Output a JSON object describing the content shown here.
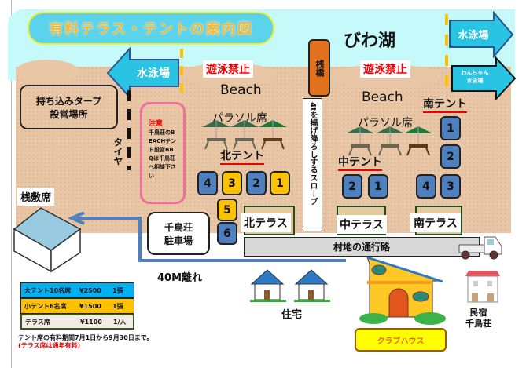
{
  "title": "有料テラス・テントの案内図",
  "lake_name": "びわ湖",
  "swim_area_left": "水泳場",
  "swim_area_right": "水泳場",
  "dog_swim_area": [
    "わんちゃん",
    "水泳場"
  ],
  "no_swimming": "遊泳禁止",
  "beach": "Beach",
  "pier": "桟橋",
  "parasol_seats": "パラソル席",
  "tarp_area": [
    "持ち込みタープ",
    "設営場所"
  ],
  "tire": "タイヤ",
  "caution": {
    "heading": "注意",
    "body": "千鳥荘のBEACHテント設営BBQは千鳥荘へ相談下さい"
  },
  "slope": "4tを揚げ降ろしするスロープ",
  "north": {
    "label": "北テント",
    "tents": [
      {
        "n": "4",
        "color": "blue"
      },
      {
        "n": "3",
        "color": "yellow"
      },
      {
        "n": "2",
        "color": "blue"
      },
      {
        "n": "1",
        "color": "yellow"
      },
      {
        "n": "5",
        "color": "yellow"
      },
      {
        "n": "6",
        "color": "blue"
      }
    ],
    "terrace": "北テラス"
  },
  "middle": {
    "label": "中テント",
    "tents": [
      "2",
      "1"
    ],
    "terrace": "中テラス"
  },
  "south": {
    "label": "南テント",
    "tents": [
      "1",
      "2",
      "4",
      "3"
    ],
    "terrace": "南テラス"
  },
  "road": "村地の通行路",
  "sajiki": "桟敷席",
  "parking": [
    "千鳥荘",
    "駐車場"
  ],
  "distance": "40M離れ",
  "prices": [
    {
      "name": "大テント10名席",
      "price": "¥2500",
      "unit": "1張",
      "color": "#00b0f0"
    },
    {
      "name": "小テント6名席",
      "price": "¥1500",
      "unit": "1張",
      "color": "#ffc000"
    },
    {
      "name": "テラス席",
      "price": "¥1100",
      "unit": "1/人",
      "color": "#f3ece4"
    }
  ],
  "note1": "テント席の有料期間7月1日から9月30日まで。",
  "note2": "(テラス席は通年有料)",
  "houses": "住宅",
  "clubhouse": "クラブハウス",
  "minshuku": [
    "民宿",
    "千鳥荘"
  ],
  "colors": {
    "lake": "#c6fafa",
    "sand": "#e9c7a6",
    "tent_blue": "#4f7fbd",
    "tent_yellow": "#fcc100",
    "arrow": "#29c3e3"
  }
}
